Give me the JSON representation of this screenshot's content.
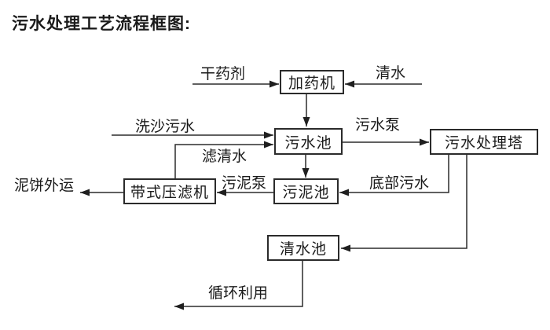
{
  "title": "污水处理工艺流程框图:",
  "diagram": {
    "nodes": {
      "dosing_machine": "加药机",
      "sewage_pool": "污水池",
      "treatment_tower": "污水处理塔",
      "sludge_pool": "污泥池",
      "belt_filter_press": "带式压滤机",
      "clean_water_pool": "清水池"
    },
    "edge_labels": {
      "dry_agent": "干药剂",
      "clean_water": "清水",
      "sand_washing_sewage": "洗沙污水",
      "sewage_pump": "污水泵",
      "filtered_water": "滤清水",
      "sludge_pump": "污泥泵",
      "bottom_sewage": "底部污水",
      "mud_cake_out": "泥饼外运",
      "recycle_use": "循环利用"
    },
    "colors": {
      "background": "#ffffff",
      "line": "#2b2b2b",
      "box_border": "#2b2b2b",
      "text": "#1a1a1a"
    }
  }
}
